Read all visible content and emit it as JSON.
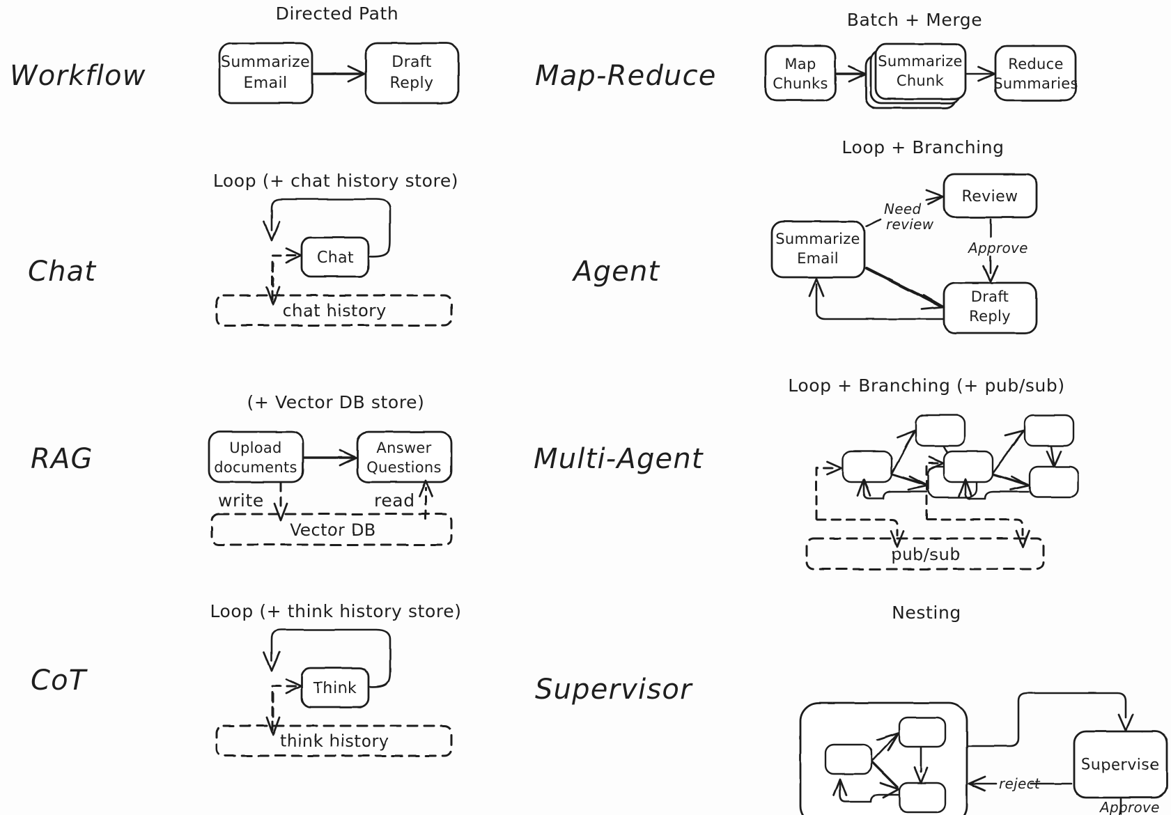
{
  "page": {
    "background": "#fdfdfd",
    "ink": "#1e1e1e",
    "title_style": "hand-drawn architecture patterns comparison"
  },
  "rows": [
    {
      "left": {
        "label": "Workflow",
        "caption": "Directed Path",
        "nodes": [
          "Summarize Email",
          "Draft Reply"
        ],
        "node_lines": [
          [
            "Summarize",
            "Email"
          ],
          [
            "Draft",
            "Reply"
          ]
        ],
        "edges": [
          {
            "from": "Summarize Email",
            "to": "Draft Reply",
            "label": ""
          }
        ],
        "stores": []
      },
      "right": {
        "label": "Map-Reduce",
        "caption": "Batch + Merge",
        "nodes": [
          "Map Chunks",
          "Summarize Chunk",
          "Reduce Summaries"
        ],
        "node_lines": [
          [
            "Map",
            "Chunks"
          ],
          [
            "Summarize",
            "Chunk"
          ],
          [
            "Reduce",
            "Summaries"
          ]
        ],
        "edges": [
          {
            "from": "Map Chunks",
            "to": "Summarize Chunk",
            "label": ""
          },
          {
            "from": "Summarize Chunk",
            "to": "Reduce Summaries",
            "label": ""
          }
        ],
        "stores": []
      }
    },
    {
      "left": {
        "label": "Chat",
        "caption": "Loop (+ chat history store)",
        "nodes": [
          "Chat"
        ],
        "node_lines": [
          [
            "Chat"
          ]
        ],
        "edges": [
          {
            "from": "Chat",
            "to": "Chat",
            "label": ""
          }
        ],
        "stores": [
          "chat history"
        ]
      },
      "right": {
        "label": "Agent",
        "caption": "Loop + Branching",
        "nodes": [
          "Summarize Email",
          "Review",
          "Draft Reply"
        ],
        "node_lines": [
          [
            "Summarize",
            "Email"
          ],
          [
            "Review"
          ],
          [
            "Draft",
            "Reply"
          ]
        ],
        "edges": [
          {
            "from": "Summarize Email",
            "to": "Review",
            "label": "Need review"
          },
          {
            "from": "Review",
            "to": "Draft Reply",
            "label": "Approve"
          },
          {
            "from": "Summarize Email",
            "to": "Draft Reply",
            "label": ""
          },
          {
            "from": "Draft Reply",
            "to": "Summarize Email",
            "label": ""
          }
        ],
        "edge_labels": [
          "Need",
          "review",
          "Approve"
        ],
        "stores": []
      }
    },
    {
      "left": {
        "label": "RAG",
        "caption": "(+ Vector DB store)",
        "nodes": [
          "Upload documents",
          "Answer Questions"
        ],
        "node_lines": [
          [
            "Upload",
            "documents"
          ],
          [
            "Answer",
            "Questions"
          ]
        ],
        "edges": [
          {
            "from": "Upload documents",
            "to": "Answer Questions",
            "label": ""
          },
          {
            "from": "Upload documents",
            "to": "Vector DB",
            "label": "write"
          },
          {
            "from": "Vector DB",
            "to": "Answer Questions",
            "label": "read"
          }
        ],
        "edge_labels": [
          "write",
          "read"
        ],
        "stores": [
          "Vector DB"
        ]
      },
      "right": {
        "label": "Multi-Agent",
        "caption": "Loop + Branching (+ pub/sub)",
        "nodes": [],
        "node_lines": [],
        "edges": [],
        "clusters": 2,
        "nodes_per_cluster": 3,
        "stores": [
          "pub/sub"
        ]
      }
    },
    {
      "left": {
        "label": "CoT",
        "caption": "Loop (+ think history store)",
        "nodes": [
          "Think"
        ],
        "node_lines": [
          [
            "Think"
          ]
        ],
        "edges": [
          {
            "from": "Think",
            "to": "Think",
            "label": ""
          }
        ],
        "stores": [
          "think history"
        ]
      },
      "right": {
        "label": "Supervisor",
        "caption": "Nesting",
        "nodes": [
          "Supervise"
        ],
        "node_lines": [
          [
            "Supervise"
          ]
        ],
        "edges": [
          {
            "from": "sub-graph",
            "to": "Supervise",
            "label": ""
          },
          {
            "from": "Supervise",
            "to": "sub-graph",
            "label": "reject"
          },
          {
            "from": "Supervise",
            "to": "",
            "label": "Approve"
          }
        ],
        "edge_labels": [
          "reject",
          "Approve"
        ],
        "nested_nodes": 3,
        "stores": []
      }
    }
  ],
  "labels": {
    "workflow": "Workflow",
    "map_reduce": "Map-Reduce",
    "chat": "Chat",
    "agent": "Agent",
    "rag": "RAG",
    "multi_agent": "Multi-Agent",
    "cot": "CoT",
    "supervisor": "Supervisor"
  },
  "captions": {
    "directed_path": "Directed Path",
    "batch_merge": "Batch + Merge",
    "loop_chat": "Loop (+ chat history store)",
    "loop_branching": "Loop + Branching",
    "vector_db_store": "(+ Vector DB store)",
    "loop_branching_pubsub": "Loop + Branching (+ pub/sub)",
    "loop_think": "Loop (+ think history store)",
    "nesting": "Nesting"
  },
  "nodes": {
    "summarize": "Summarize",
    "email": "Email",
    "draft": "Draft",
    "reply": "Reply",
    "map": "Map",
    "chunks": "Chunks",
    "chunk": "Chunk",
    "reduce": "Reduce",
    "summaries": "Summaries",
    "chat": "Chat",
    "review": "Review",
    "upload": "Upload",
    "documents": "documents",
    "answer": "Answer",
    "questions": "Questions",
    "think": "Think",
    "supervise": "Supervise"
  },
  "stores": {
    "chat_history": "chat history",
    "vector_db": "Vector DB",
    "pub_sub": "pub/sub",
    "think_history": "think history"
  },
  "edge_labels": {
    "need": "Need",
    "review": "review",
    "approve": "Approve",
    "write": "write",
    "read": "read",
    "reject": "reject",
    "approve2": "Approve"
  }
}
